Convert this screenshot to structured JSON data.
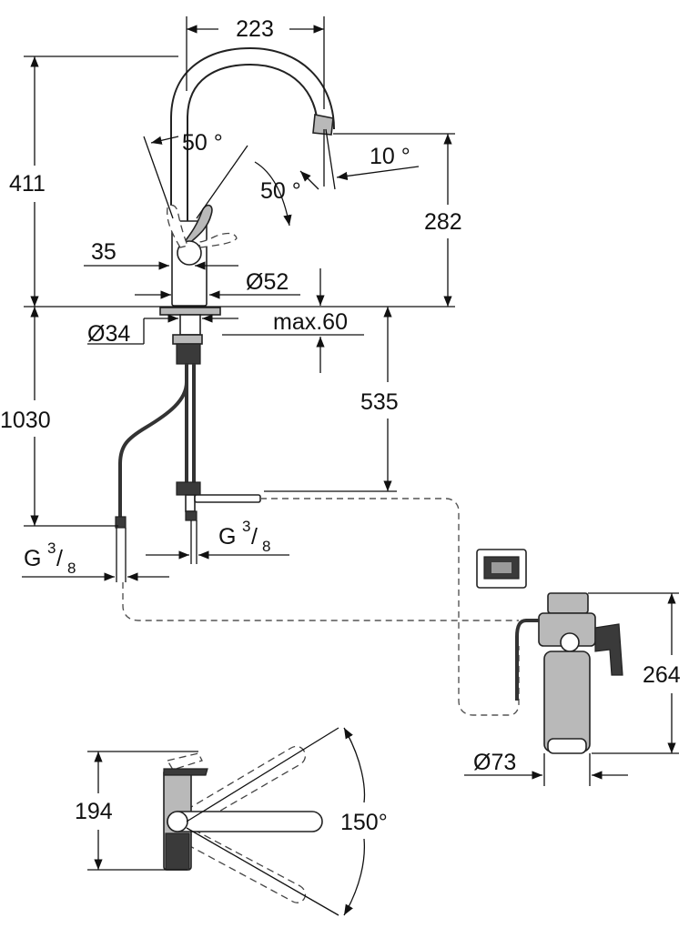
{
  "dimensions": {
    "spout_reach": "223",
    "total_height": "411",
    "spout_height": "282",
    "lever_angle_back": "50 °",
    "lever_angle_front": "50 °",
    "spout_tilt": "10 °",
    "lever_offset": "35",
    "body_diameter": "Ø52",
    "flange_diameter": "Ø34",
    "deck_thickness": "max.60",
    "hose_length": "1030",
    "valve_depth": "535",
    "connection_right": "G",
    "connection_right_fraction_num": "3",
    "connection_right_fraction_den": "8",
    "connection_left": "G",
    "connection_left_fraction_num": "3",
    "connection_left_fraction_den": "8",
    "filter_height": "264",
    "filter_diameter": "Ø73",
    "top_view_depth": "194",
    "swivel_angle": "150°"
  }
}
